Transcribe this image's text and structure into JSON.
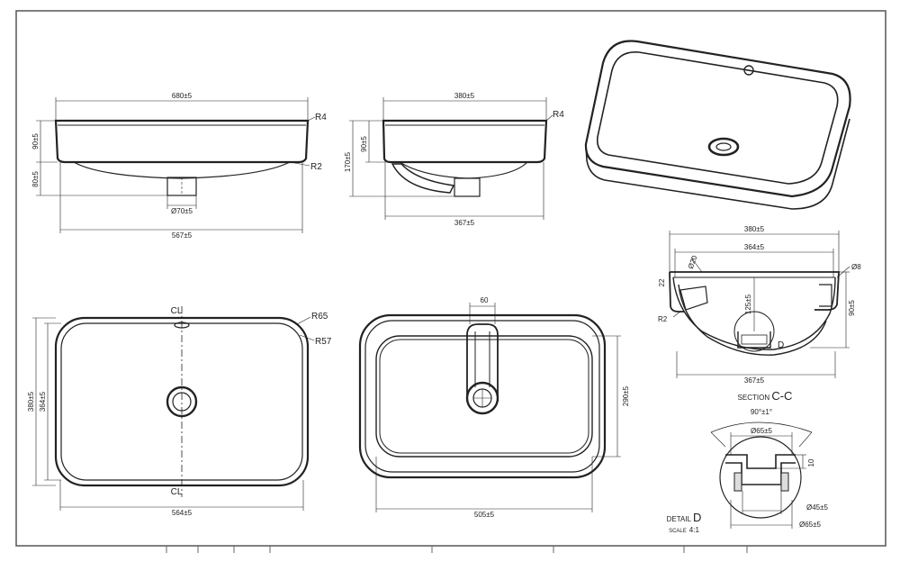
{
  "front_view": {
    "width_top": "680±5",
    "width_bottom": "567±5",
    "height_rim": "90±5",
    "height_base": "80±5",
    "drain_dia": "Ø70±5",
    "radius_top": "R4",
    "radius_bottom": "R2"
  },
  "side_view": {
    "width_top": "380±5",
    "width_bottom": "367±5",
    "height_rim": "90±5",
    "height_total": "170±5",
    "radius_top": "R4"
  },
  "top_view": {
    "width": "564±5",
    "height_outer": "380±5",
    "height_inner": "364±5",
    "radius_outer": "R65",
    "radius_inner": "R57",
    "centerline_mark": "CL"
  },
  "bottom_view": {
    "width": "505±5",
    "height": "290±5",
    "tap_width": "60"
  },
  "section": {
    "width_outer": "380±5",
    "width_inner": "364±5",
    "width_bottom": "367±5",
    "height": "90±5",
    "depth": "125±5",
    "small_22": "22",
    "small_R2": "R2",
    "dia_8": "Ø8",
    "dia_20": "Ø20",
    "detail_letter": "D",
    "title_prefix": "SECTION ",
    "title_letters": "C-C"
  },
  "detail": {
    "angle": "90°±1°",
    "dia_top": "Ø65±5",
    "dia_mid": "Ø45±5",
    "dia_bottom": "Ø65±5",
    "height_10": "10",
    "title_prefix": "DETAIL ",
    "title_letter": "D",
    "scale_label": "SCALE",
    "scale_value": "4:1"
  }
}
